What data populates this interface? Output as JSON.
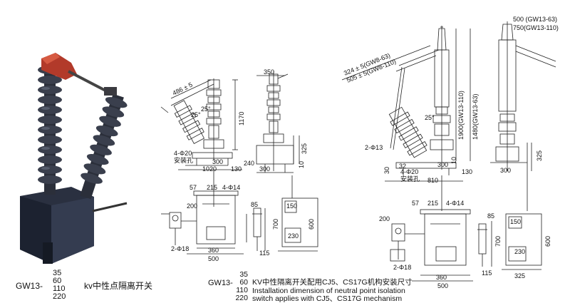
{
  "photo_caption": {
    "code": "GW13-",
    "voltages": [
      "35",
      "60",
      "110",
      "220"
    ],
    "label": "kv中性点隔离开关"
  },
  "drawing_caption": {
    "code": "GW13-",
    "voltages": [
      "35",
      "60",
      "110",
      "220"
    ],
    "lines": [
      "KV中性隔离开关配用CJ5、CS17G机构安装尺寸",
      "Installation dimension of neutral point isolation",
      "switch applies with CJ5、CS17G mechanism"
    ]
  },
  "left_drawing": {
    "d_486": "486 ± 5",
    "d_25a": "25°",
    "d_25b": "25°",
    "d_1170": "1170",
    "d_350": "350",
    "holes": "4-Φ20",
    "holes_label": "安装孔",
    "d_300": "300",
    "d_130": "130",
    "d_1020": "1020",
    "d_240": "240",
    "d_325": "325",
    "d_10": "10",
    "d_57": "57",
    "d_215": "215",
    "holes2": "4-Φ14",
    "d_200": "200",
    "d_2phi18": "2-Φ18",
    "d_85": "85",
    "d_700": "700",
    "d_600": "600",
    "d_150": "150",
    "d_230": "230",
    "d_115": "115",
    "d_500": "500",
    "d_360": "360"
  },
  "right_drawing": {
    "d_324": "324 ± 5(GW8-63)",
    "d_505": "505 ± 5(GW8-110)",
    "d_500gw": "500 (GW13-63)",
    "d_750gw": "750(GW13-110)",
    "d_1900": "1900(GW13-110)",
    "d_1480": "1480(GW13-63)",
    "d_25": "25°",
    "d_2phi13": "2-Φ13",
    "d_32": "32",
    "d_30": "30",
    "holes": "4-Φ20",
    "holes_label": "安装孔",
    "d_810": "810",
    "d_300": "300",
    "d_130": "130",
    "d_10": "10",
    "d_325": "325",
    "d_57": "57",
    "d_215": "215",
    "holes2": "4-Φ14",
    "d_200": "200",
    "d_2phi18": "2-Φ18",
    "d_360": "360",
    "d_500": "500",
    "d_115": "115",
    "d_85": "85",
    "d_700": "700",
    "d_600": "600",
    "d_150": "150",
    "d_230": "230",
    "d_325b": "325"
  }
}
